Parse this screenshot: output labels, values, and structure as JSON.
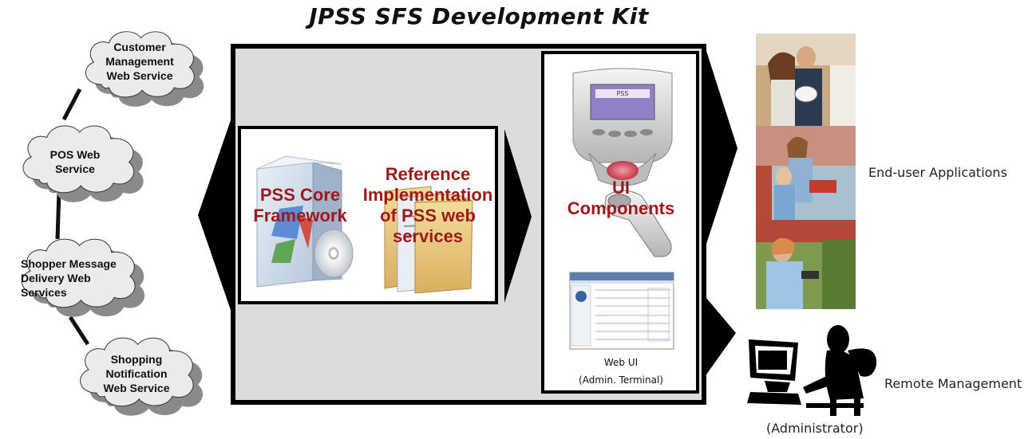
{
  "title": "JPSS SFS Development Kit",
  "services": [
    {
      "line1": "Customer",
      "line2": "Management",
      "line3": "Web Service"
    },
    {
      "line1": "POS Web",
      "line2": "Service",
      "line3": ""
    },
    {
      "line1": "Shopper Message",
      "line2": "Delivery Web",
      "line3": "Services"
    },
    {
      "line1": "Shopping",
      "line2": "Notification",
      "line3": "Web Service"
    }
  ],
  "core": {
    "line1": "PSS Core",
    "line2": "Framework"
  },
  "reference": {
    "line1": "Reference",
    "line2": "Implementation",
    "line3": "of PSS web",
    "line4": "services"
  },
  "ui_components": {
    "line1": "UI",
    "line2": "Components"
  },
  "device_screen_text": "PSS",
  "web_ui": {
    "line1": "Web UI",
    "line2": "(Admin. Terminal)"
  },
  "end_user_label": "End-user Applications",
  "remote_label": "Remote Management",
  "admin_label": "(Administrator)",
  "colors": {
    "red_text": "#a0191a",
    "panel_gray": "#dcdcdc",
    "cloud_fill": "#ebebeb",
    "cloud_shadow": "#8a8a8a"
  }
}
